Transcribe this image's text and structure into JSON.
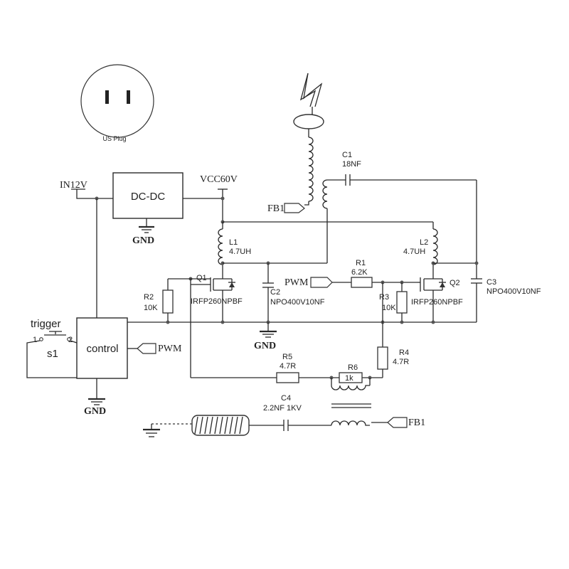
{
  "plug": {
    "label": "US Plug"
  },
  "power": {
    "input": "IN12V",
    "converter": "DC-DC",
    "output": "VCC60V"
  },
  "ground": {
    "label": "GND"
  },
  "control": {
    "block": "control",
    "signal": "PWM",
    "switch_label": "trigger",
    "switch_ref": "s1",
    "pin1": "1",
    "pin2": "2"
  },
  "feedback": {
    "label": "FB1"
  },
  "components": {
    "C1": {
      "ref": "C1",
      "value": "18NF"
    },
    "C2": {
      "ref": "C2",
      "value": "NPO400V10NF"
    },
    "C3": {
      "ref": "C3",
      "value": "NPO400V10NF"
    },
    "C4": {
      "ref": "C4",
      "value": "2.2NF 1KV"
    },
    "L1": {
      "ref": "L1",
      "value": "4.7UH"
    },
    "L2": {
      "ref": "L2",
      "value": "4.7UH"
    },
    "R1": {
      "ref": "R1",
      "value": "6.2K"
    },
    "R2": {
      "ref": "R2",
      "value": "10K"
    },
    "R3": {
      "ref": "R3",
      "value": "10K"
    },
    "R4": {
      "ref": "R4",
      "value": "4.7R"
    },
    "R5": {
      "ref": "R5",
      "value": "4.7R"
    },
    "R6": {
      "ref": "R6",
      "value": "1k"
    },
    "Q1": {
      "ref": "Q1",
      "part": "IRFP260NPBF"
    },
    "Q2": {
      "ref": "Q2",
      "part": "IRFP260NPBF"
    }
  }
}
